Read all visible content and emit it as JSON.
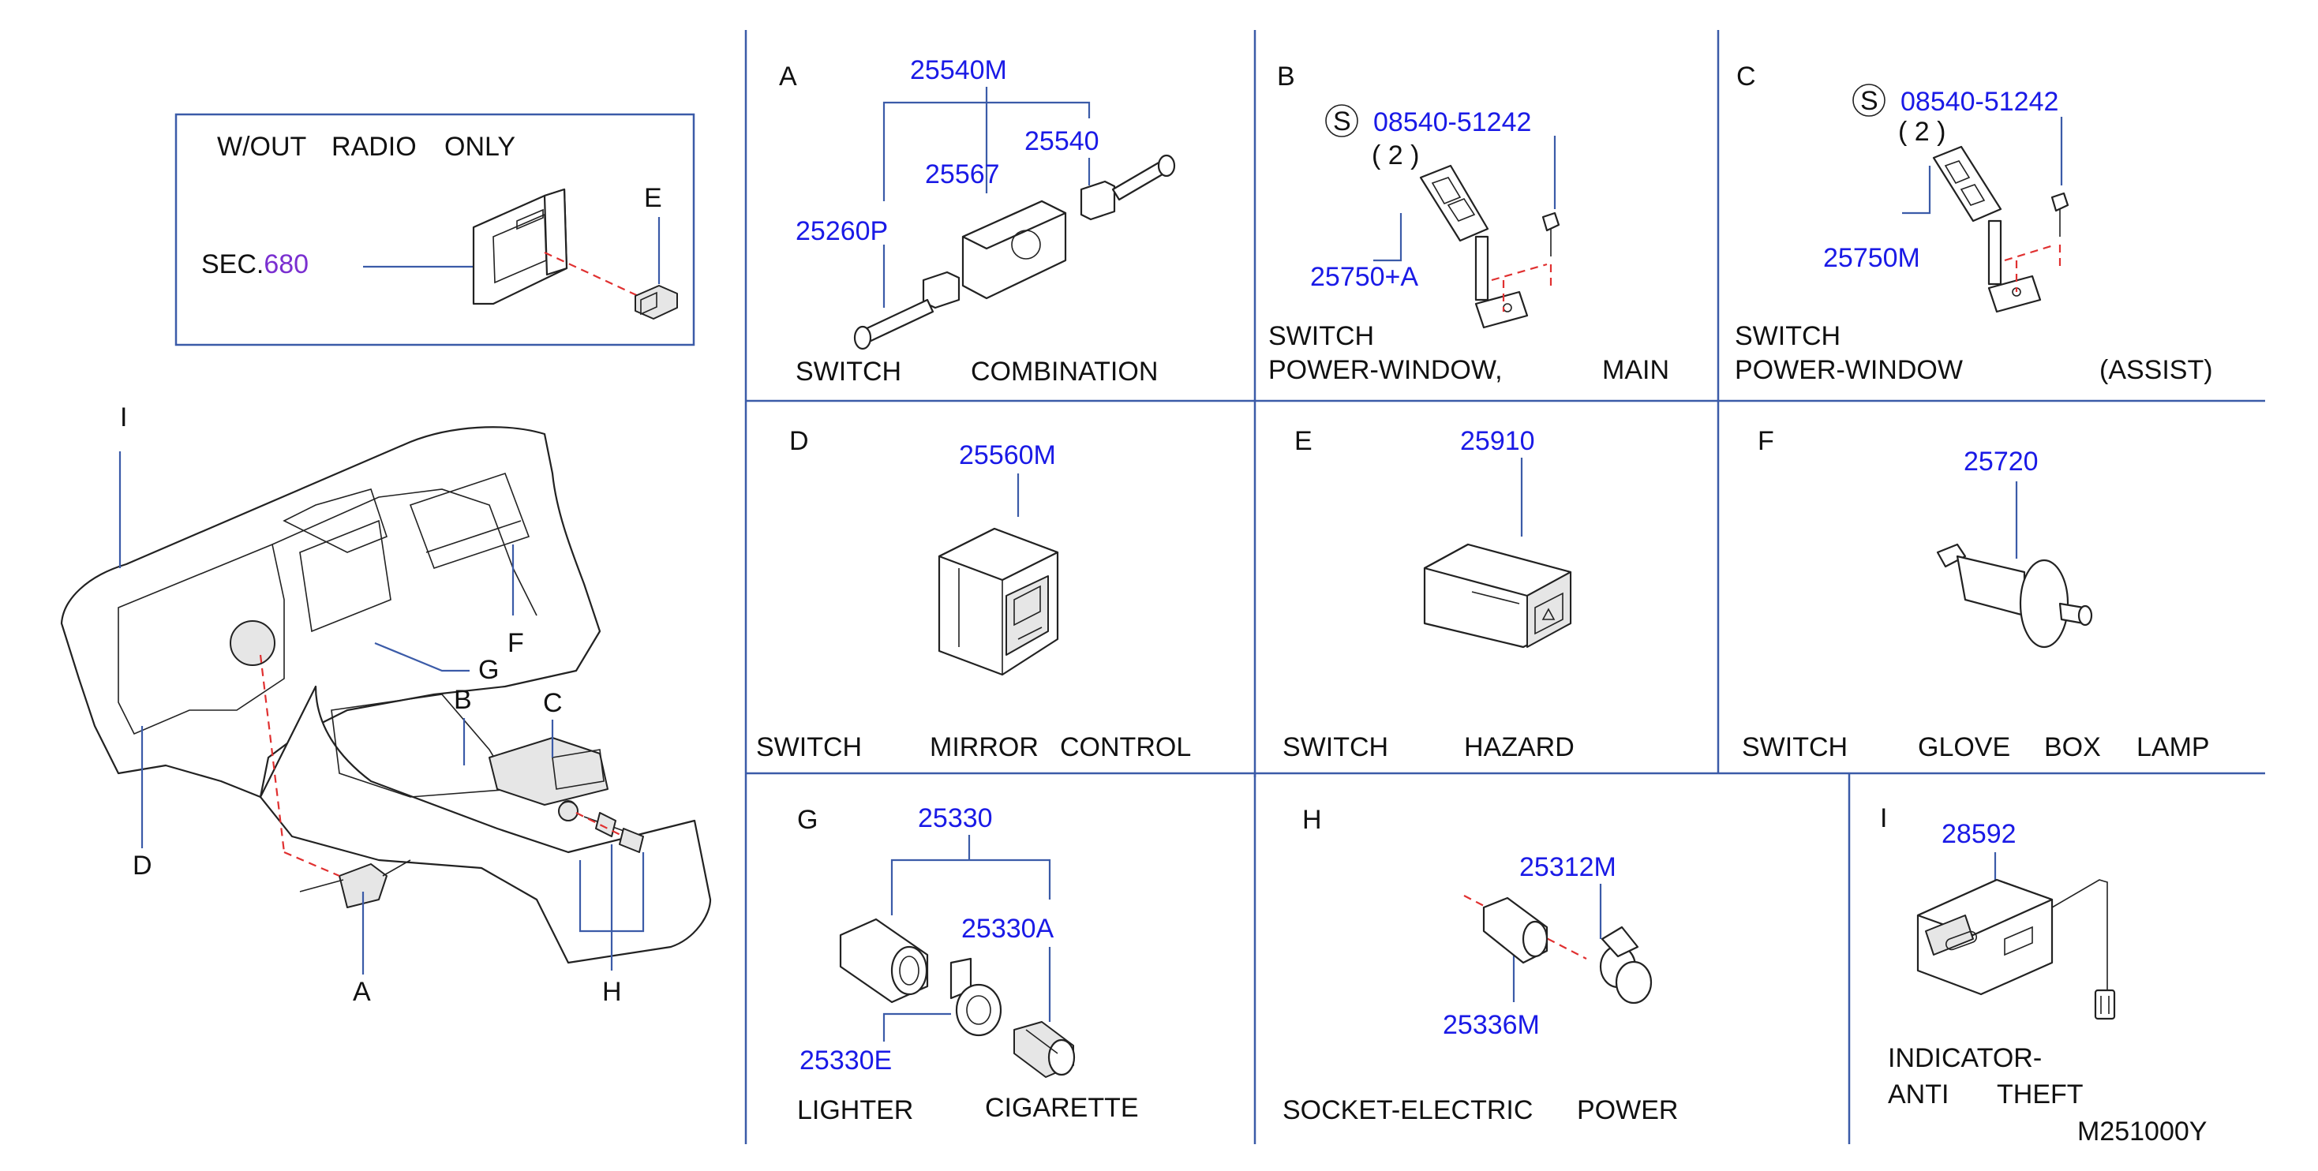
{
  "colors": {
    "part_number": "#1a1ae6",
    "section_ref": "#7a2fd0",
    "grid": "#3b5ba8",
    "phantom_line": "#e03030"
  },
  "inset": {
    "title_words": [
      "W/OUT",
      "RADIO",
      "ONLY"
    ],
    "sec_prefix": "SEC.",
    "sec_number": "680",
    "callout": "E"
  },
  "overview_callouts": {
    "I": "I",
    "F": "F",
    "G": "G",
    "B": "B",
    "C": "C",
    "D": "D",
    "A": "A",
    "H": "H"
  },
  "panels": {
    "A": {
      "letter": "A",
      "pn_main": "25540M",
      "pn_1": "25540",
      "pn_2": "25567",
      "pn_3": "25260P",
      "name_1": "SWITCH",
      "name_2": "COMBINATION"
    },
    "B": {
      "letter": "B",
      "s_symbol": "S",
      "screw_pn": "08540-51242",
      "qty": "( 2 )",
      "pn": "25750+A",
      "name_1": "SWITCH",
      "name_2": "POWER-WINDOW,",
      "name_3": "MAIN"
    },
    "C": {
      "letter": "C",
      "s_symbol": "S",
      "screw_pn": "08540-51242",
      "qty": "( 2 )",
      "pn": "25750M",
      "name_1": "SWITCH",
      "name_2": "POWER-WINDOW",
      "name_3": "(ASSIST)"
    },
    "D": {
      "letter": "D",
      "pn": "25560M",
      "name_1": "SWITCH",
      "name_2": "MIRROR",
      "name_3": "CONTROL"
    },
    "E": {
      "letter": "E",
      "pn": "25910",
      "name_1": "SWITCH",
      "name_2": "HAZARD"
    },
    "F": {
      "letter": "F",
      "pn": "25720",
      "name_1": "SWITCH",
      "name_2": "GLOVE",
      "name_3": "BOX",
      "name_4": "LAMP"
    },
    "G": {
      "letter": "G",
      "pn_main": "25330",
      "pn_1": "25330A",
      "pn_2": "25330E",
      "name_1": "LIGHTER",
      "name_2": "CIGARETTE"
    },
    "H": {
      "letter": "H",
      "pn_1": "25312M",
      "pn_2": "25336M",
      "name_1": "SOCKET-ELECTRIC",
      "name_2": "POWER"
    },
    "I": {
      "letter": "I",
      "pn": "28592",
      "name_1": "INDICATOR-",
      "name_2": "ANTI",
      "name_3": "THEFT"
    }
  },
  "drawing_number": "M251000Y"
}
